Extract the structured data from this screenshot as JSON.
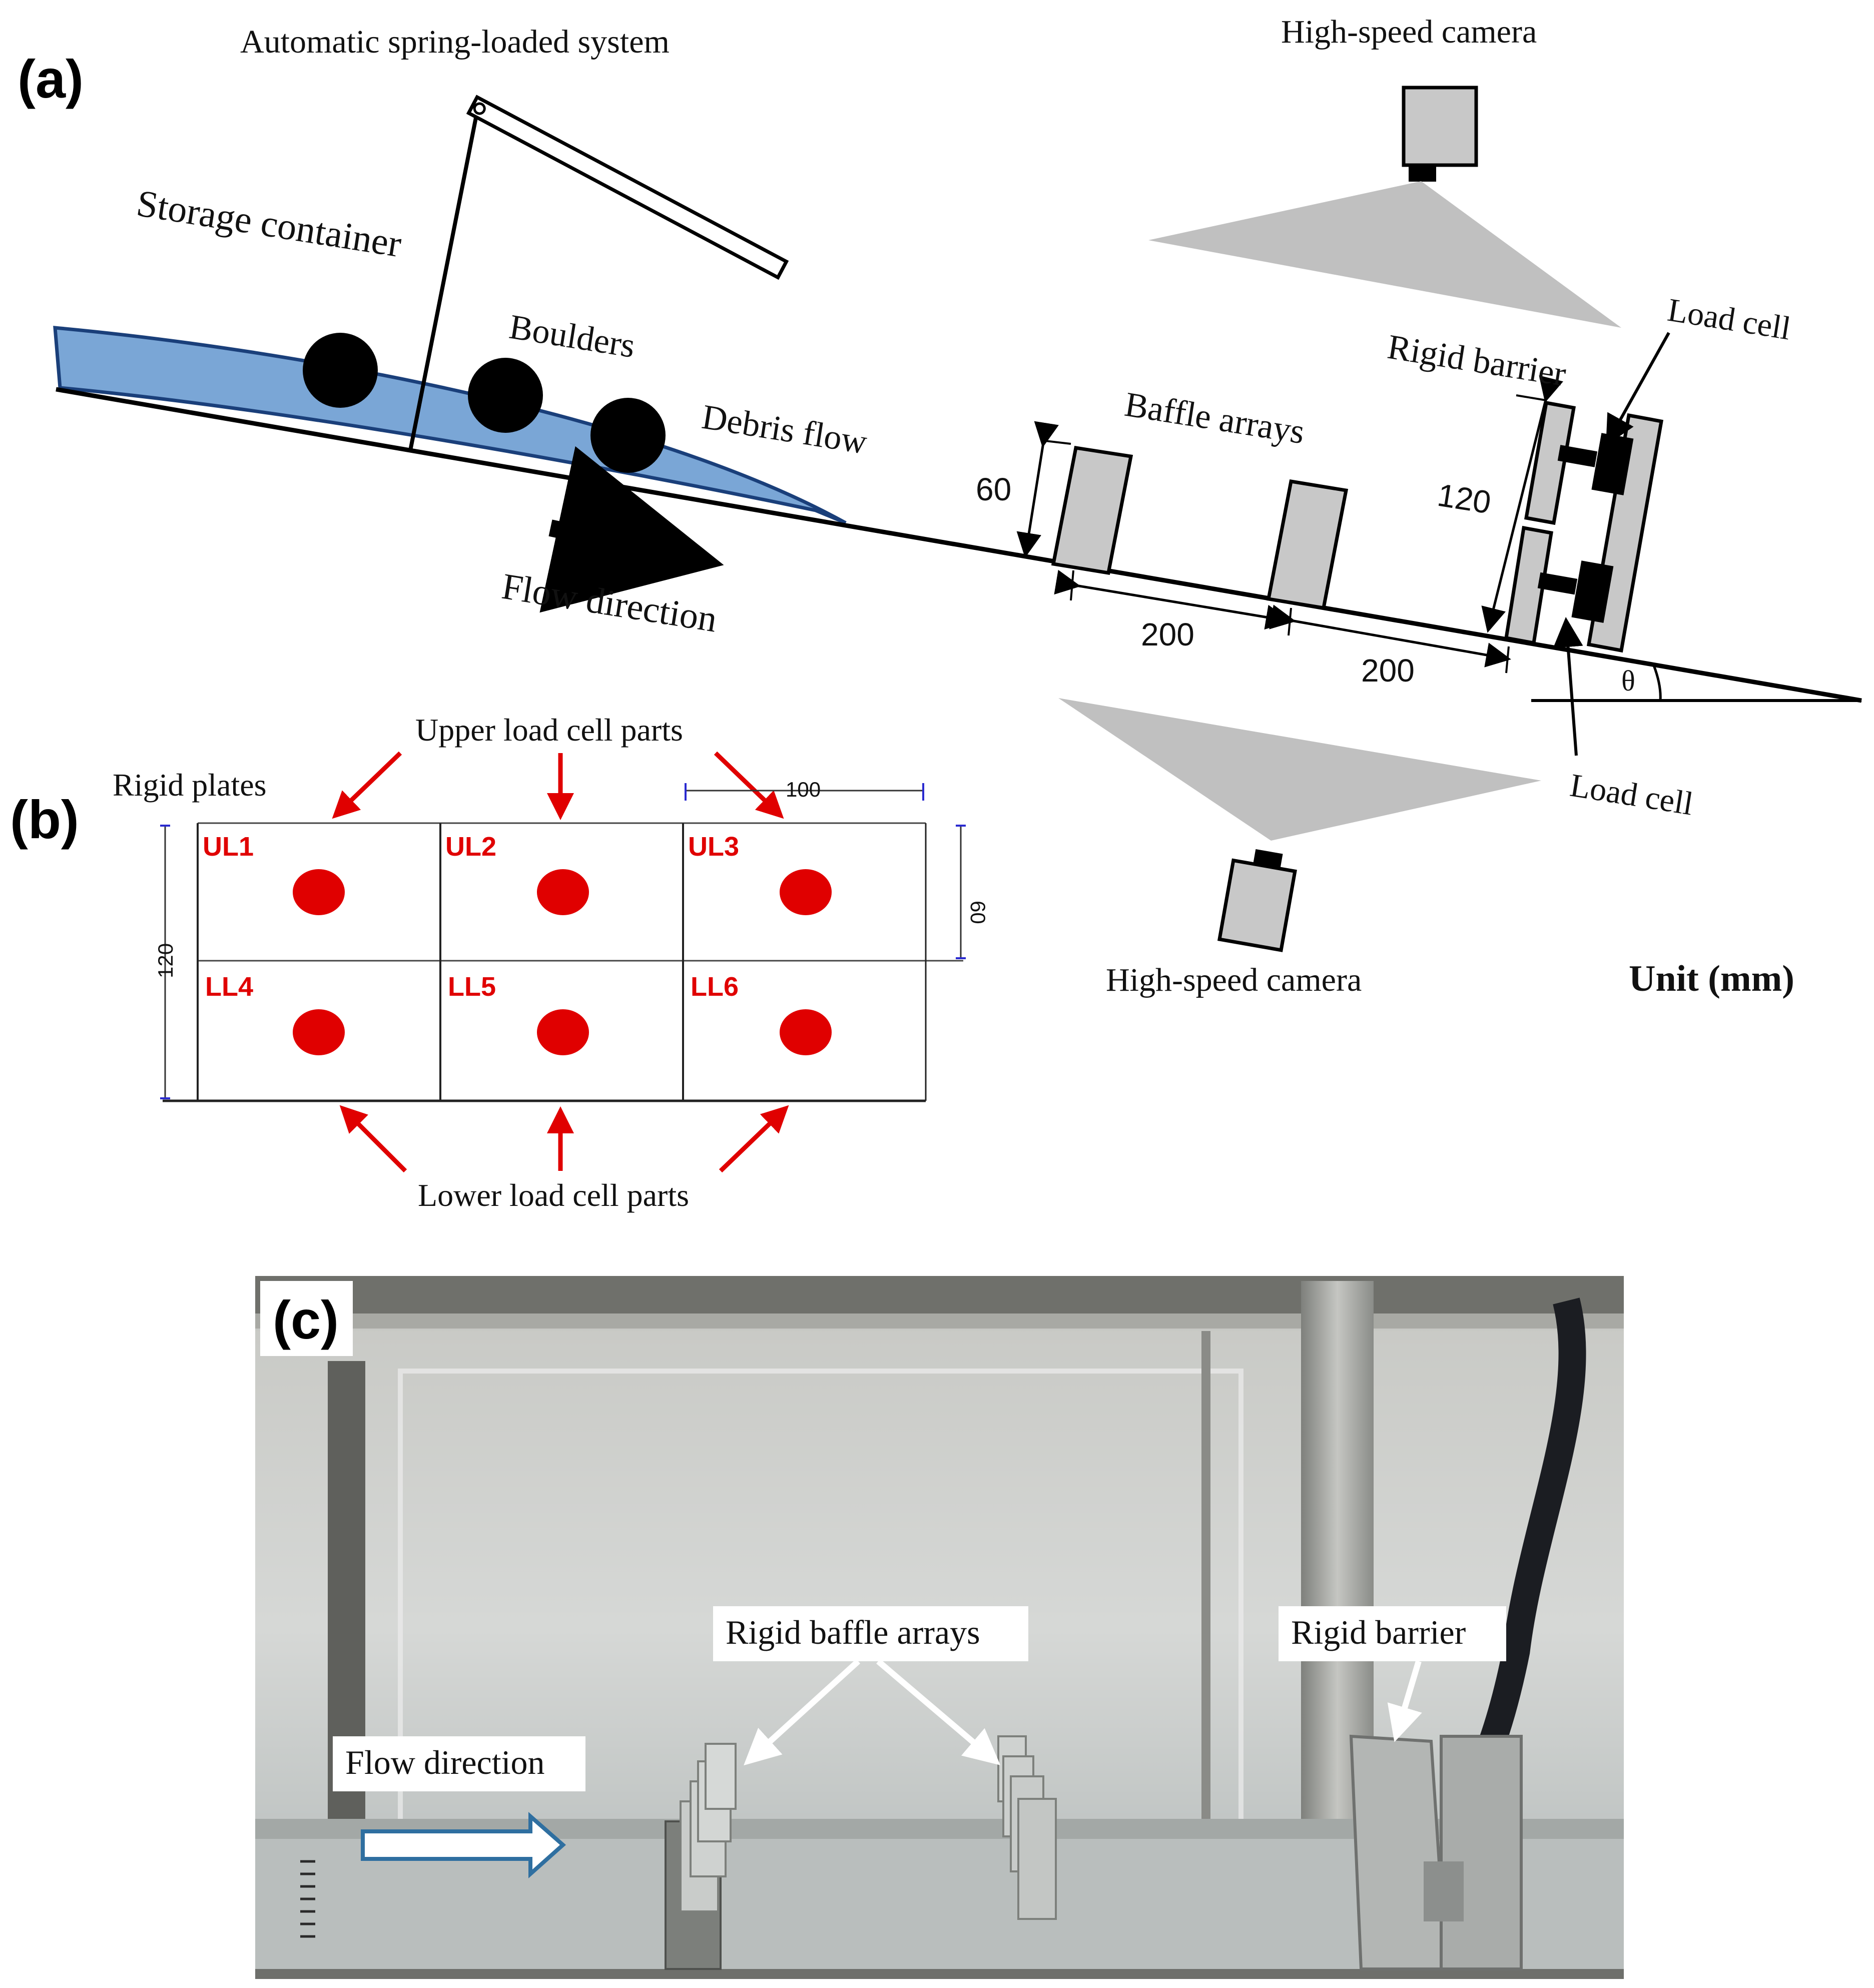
{
  "panel_a": {
    "tag": "(a)",
    "spring_system_label": "Automatic spring-loaded system",
    "storage_label": "Storage container",
    "boulders_label": "Boulders",
    "debris_label": "Debris flow",
    "flow_label": "Flow direction",
    "baffle_label": "Baffle arrays",
    "rigid_barrier_label": "Rigid barrier",
    "load_cell_top_label": "Load cell",
    "load_cell_bottom_label": "Load cell",
    "camera_top_label": "High-speed camera",
    "camera_bottom_label": "High-speed camera",
    "dim_60": "60",
    "dim_120": "120",
    "dim_200_a": "200",
    "dim_200_b": "200",
    "theta": "θ",
    "unit_label": "Unit (mm)"
  },
  "panel_b": {
    "tag": "(b)",
    "rigid_plates_label": "Rigid plates",
    "upper_label": "Upper load cell parts",
    "lower_label": "Lower load cell parts",
    "dim_100": "100",
    "dim_60": "60",
    "dim_120": "120",
    "cells": [
      "UL1",
      "UL2",
      "UL3",
      "LL4",
      "LL5",
      "LL6"
    ]
  },
  "panel_c": {
    "tag": "(c)",
    "baffle_label": "Rigid baffle arrays",
    "barrier_label": "Rigid barrier",
    "flow_label": "Flow direction"
  },
  "colors": {
    "debris": "#7aa6d6",
    "gray_part": "#c8c8c8",
    "cell_marker": "#e00000",
    "flow_arrow_photo": "#2f6fa0"
  }
}
